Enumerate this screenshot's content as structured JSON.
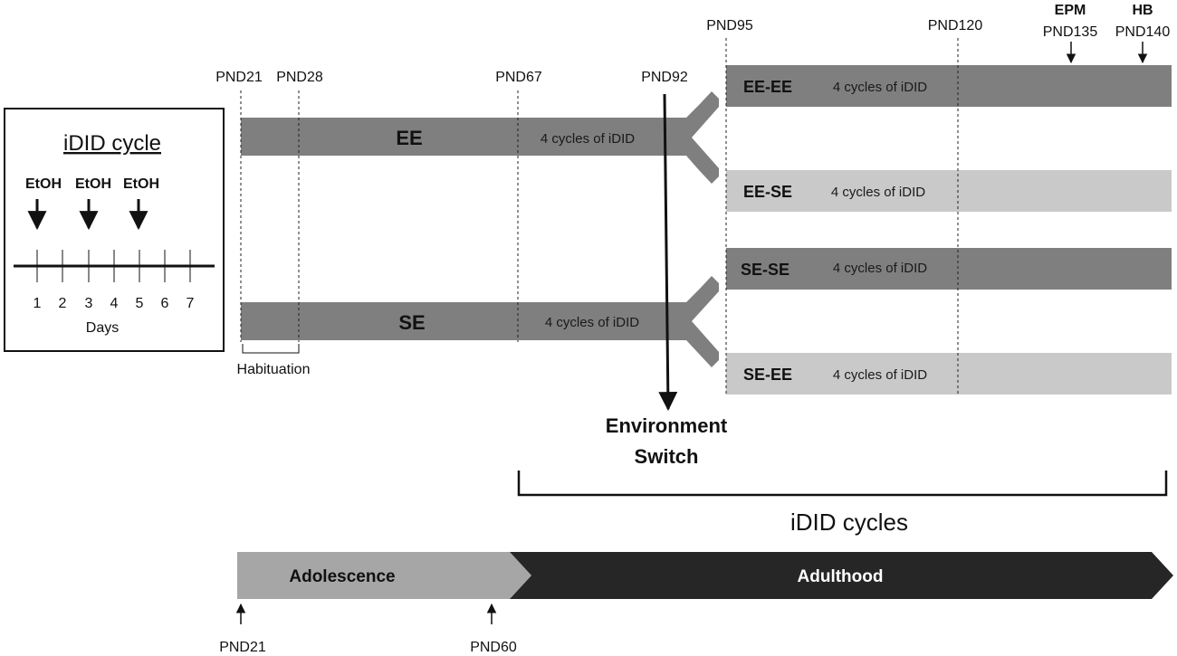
{
  "idid_box": {
    "title": "iDID cycle",
    "etoh_labels": [
      "EtOH",
      "EtOH",
      "EtOH"
    ],
    "days": [
      "1",
      "2",
      "3",
      "4",
      "5",
      "6",
      "7"
    ],
    "days_label": "Days"
  },
  "timepoints": {
    "pnd21": "PND21",
    "pnd28": "PND28",
    "pnd67": "PND67",
    "pnd92": "PND92",
    "pnd95": "PND95",
    "pnd120": "PND120",
    "pnd135": "PND135",
    "pnd140": "PND140",
    "pnd60": "PND60"
  },
  "tests": {
    "epm": "EPM",
    "hb": "HB"
  },
  "habituation": "Habituation",
  "groups": {
    "ee": "EE",
    "se": "SE",
    "cycles_text": "4 cycles of iDID"
  },
  "outcome_groups": [
    {
      "label": "EE-EE",
      "cycles": "4 cycles of iDID",
      "color": "#7f7f7f"
    },
    {
      "label": "EE-SE",
      "cycles": "4 cycles of iDID",
      "color": "#c9c9c9"
    },
    {
      "label": "SE-SE",
      "cycles": "4 cycles of iDID",
      "color": "#7f7f7f"
    },
    {
      "label": "SE-EE",
      "cycles": "4 cycles of iDID",
      "color": "#c9c9c9"
    }
  ],
  "environment_switch": [
    "Environment",
    "Switch"
  ],
  "idid_cycles_label": "iDID cycles",
  "phases": {
    "adolescence": "Adolescence",
    "adulthood": "Adulthood"
  },
  "colors": {
    "dark_bar": "#7f7f7f",
    "light_bar": "#c9c9c9",
    "adolescence": "#a6a6a6",
    "adulthood": "#262626"
  }
}
